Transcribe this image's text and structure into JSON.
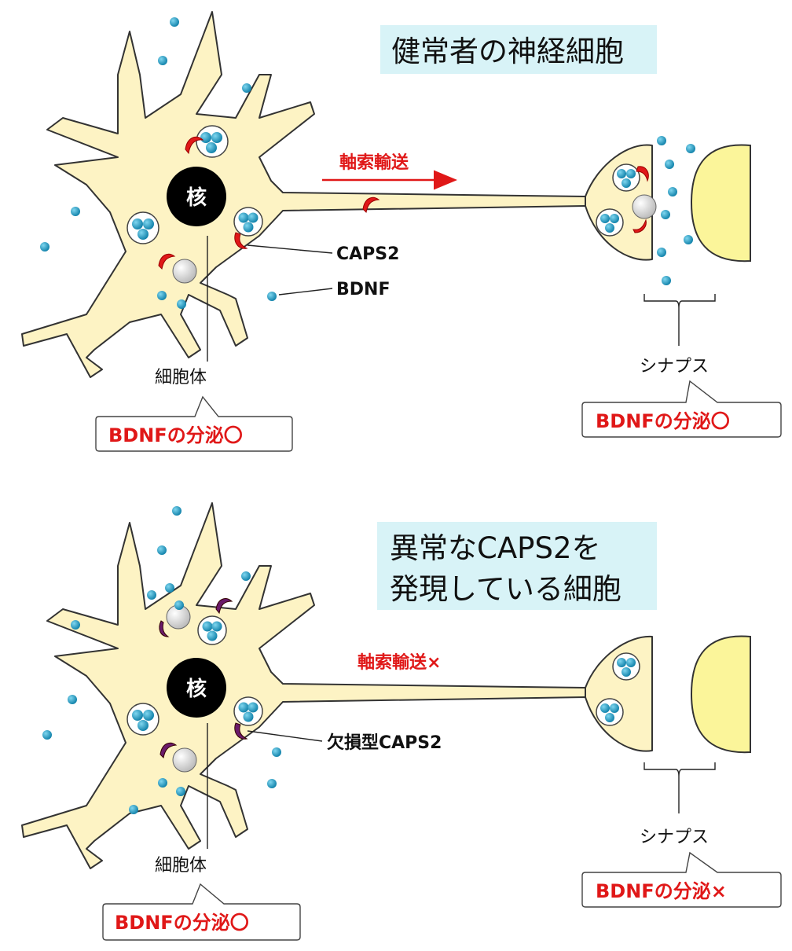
{
  "panels": {
    "top": {
      "title": "健常者の神経細胞",
      "nucleus": "核",
      "axon_transport": "軸索輸送",
      "caps2_label": "CAPS2",
      "bdnf_label": "BDNF",
      "soma_label": "細胞体",
      "soma_callout": "BDNFの分泌〇",
      "synapse_label": "シナプス",
      "synapse_callout": "BDNFの分泌〇"
    },
    "bottom": {
      "title_line1": "異常なCAPS2を",
      "title_line2": "発現している細胞",
      "nucleus": "核",
      "axon_transport": "軸索輸送×",
      "caps2_label": "欠損型CAPS2",
      "soma_label": "細胞体",
      "soma_callout": "BDNFの分泌〇",
      "synapse_label": "シナプス",
      "synapse_callout": "BDNFの分泌×"
    }
  },
  "colors": {
    "cell_fill": "#fdf3c4",
    "bdnf_dot": "#1597c0",
    "caps2_normal": "#e01818",
    "caps2_deficient": "#6a1a6a",
    "accent_red": "#e01818",
    "title_background": "#d8f3f7"
  }
}
